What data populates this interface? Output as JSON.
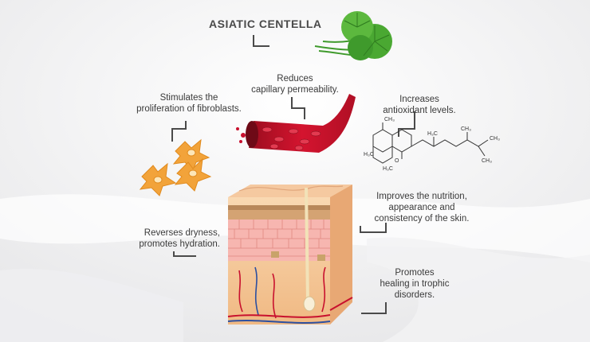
{
  "title": "ASIATIC CENTELLA",
  "benefits": {
    "capillary": "Reduces\ncapillary permeability.",
    "fibroblasts": "Stimulates the\nproliferation of fibroblasts.",
    "antioxidant": "Increases\nantioxidant levels.",
    "nutrition": "Improves the nutrition,\nappearance and\nconsistency of the skin.",
    "hydration": "Reverses dryness,\npromotes hydration.",
    "healing": "Promotes\nhealing in trophic\ndisorders."
  },
  "molecule_labels": [
    "CH₃",
    "CH₃",
    "H₃C",
    "H₃C",
    "H₃C",
    "O",
    "CH₃",
    "CH₃"
  ],
  "colors": {
    "leaf": "#3f9a2c",
    "vessel": "#c8102e",
    "cell": "#f2a33a",
    "skin": "#f6c79a",
    "line": "#4a4a4a"
  }
}
